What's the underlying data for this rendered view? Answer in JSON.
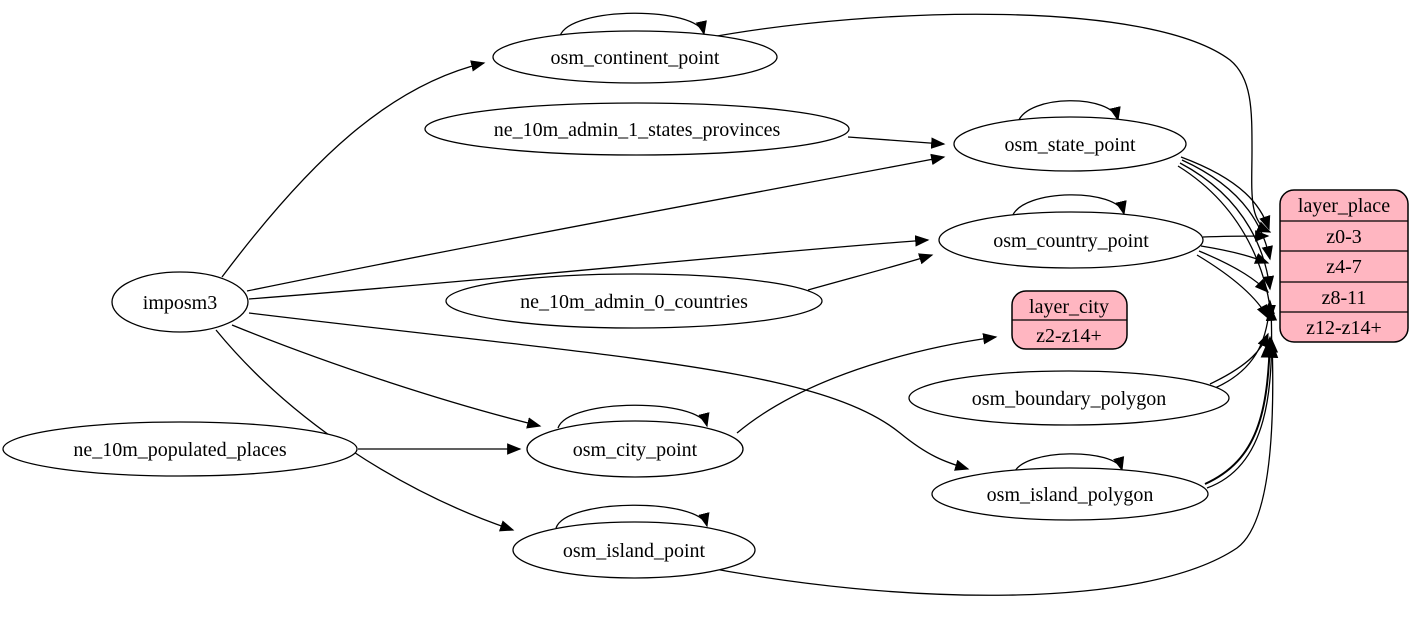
{
  "diagram_type": "graphviz-etl-dependency-graph",
  "colors": {
    "record_fill": "#ffb6c1",
    "node_fill": "#ffffff",
    "stroke": "#000000",
    "background": "#ffffff"
  },
  "nodes": {
    "imposm3": "imposm3",
    "osm_continent_point": "osm_continent_point",
    "ne_10m_admin_1_states_provinces": "ne_10m_admin_1_states_provinces",
    "osm_state_point": "osm_state_point",
    "osm_country_point": "osm_country_point",
    "ne_10m_admin_0_countries": "ne_10m_admin_0_countries",
    "osm_boundary_polygon": "osm_boundary_polygon",
    "osm_city_point": "osm_city_point",
    "ne_10m_populated_places": "ne_10m_populated_places",
    "osm_island_polygon": "osm_island_polygon",
    "osm_island_point": "osm_island_point"
  },
  "records": {
    "layer_place": {
      "title": "layer_place",
      "rows": [
        "z0-3",
        "z4-7",
        "z8-11",
        "z12-z14+"
      ]
    },
    "layer_city": {
      "title": "layer_city",
      "rows": [
        "z2-z14+"
      ]
    }
  },
  "edges": [
    {
      "from": "imposm3",
      "to": "osm_continent_point"
    },
    {
      "from": "imposm3",
      "to": "osm_state_point"
    },
    {
      "from": "imposm3",
      "to": "osm_country_point"
    },
    {
      "from": "imposm3",
      "to": "osm_city_point"
    },
    {
      "from": "imposm3",
      "to": "osm_island_point"
    },
    {
      "from": "imposm3",
      "to": "osm_island_polygon"
    },
    {
      "from": "ne_10m_admin_1_states_provinces",
      "to": "osm_state_point"
    },
    {
      "from": "ne_10m_admin_0_countries",
      "to": "osm_country_point"
    },
    {
      "from": "ne_10m_populated_places",
      "to": "osm_city_point"
    },
    {
      "from": "osm_continent_point",
      "to": "osm_continent_point"
    },
    {
      "from": "osm_state_point",
      "to": "osm_state_point"
    },
    {
      "from": "osm_country_point",
      "to": "osm_country_point"
    },
    {
      "from": "osm_city_point",
      "to": "osm_city_point"
    },
    {
      "from": "osm_island_polygon",
      "to": "osm_island_polygon"
    },
    {
      "from": "osm_island_point",
      "to": "osm_island_point"
    },
    {
      "from": "osm_continent_point",
      "to": "layer_place:z0-3"
    },
    {
      "from": "osm_state_point",
      "to": "layer_place:z0-3"
    },
    {
      "from": "osm_state_point",
      "to": "layer_place:z4-7"
    },
    {
      "from": "osm_state_point",
      "to": "layer_place:z8-11"
    },
    {
      "from": "osm_state_point",
      "to": "layer_place:z12-z14+"
    },
    {
      "from": "osm_country_point",
      "to": "layer_place:z0-3"
    },
    {
      "from": "osm_country_point",
      "to": "layer_place:z4-7"
    },
    {
      "from": "osm_country_point",
      "to": "layer_place:z8-11"
    },
    {
      "from": "osm_country_point",
      "to": "layer_place:z12-z14+"
    },
    {
      "from": "osm_boundary_polygon",
      "to": "layer_place:z8-11"
    },
    {
      "from": "osm_boundary_polygon",
      "to": "layer_place:z12-z14+"
    },
    {
      "from": "osm_island_polygon",
      "to": "layer_place:z8-11"
    },
    {
      "from": "osm_island_polygon",
      "to": "layer_place:z12-z14+"
    },
    {
      "from": "osm_island_point",
      "to": "layer_place:z12-z14+"
    },
    {
      "from": "osm_city_point",
      "to": "layer_city:z2-z14+"
    }
  ]
}
